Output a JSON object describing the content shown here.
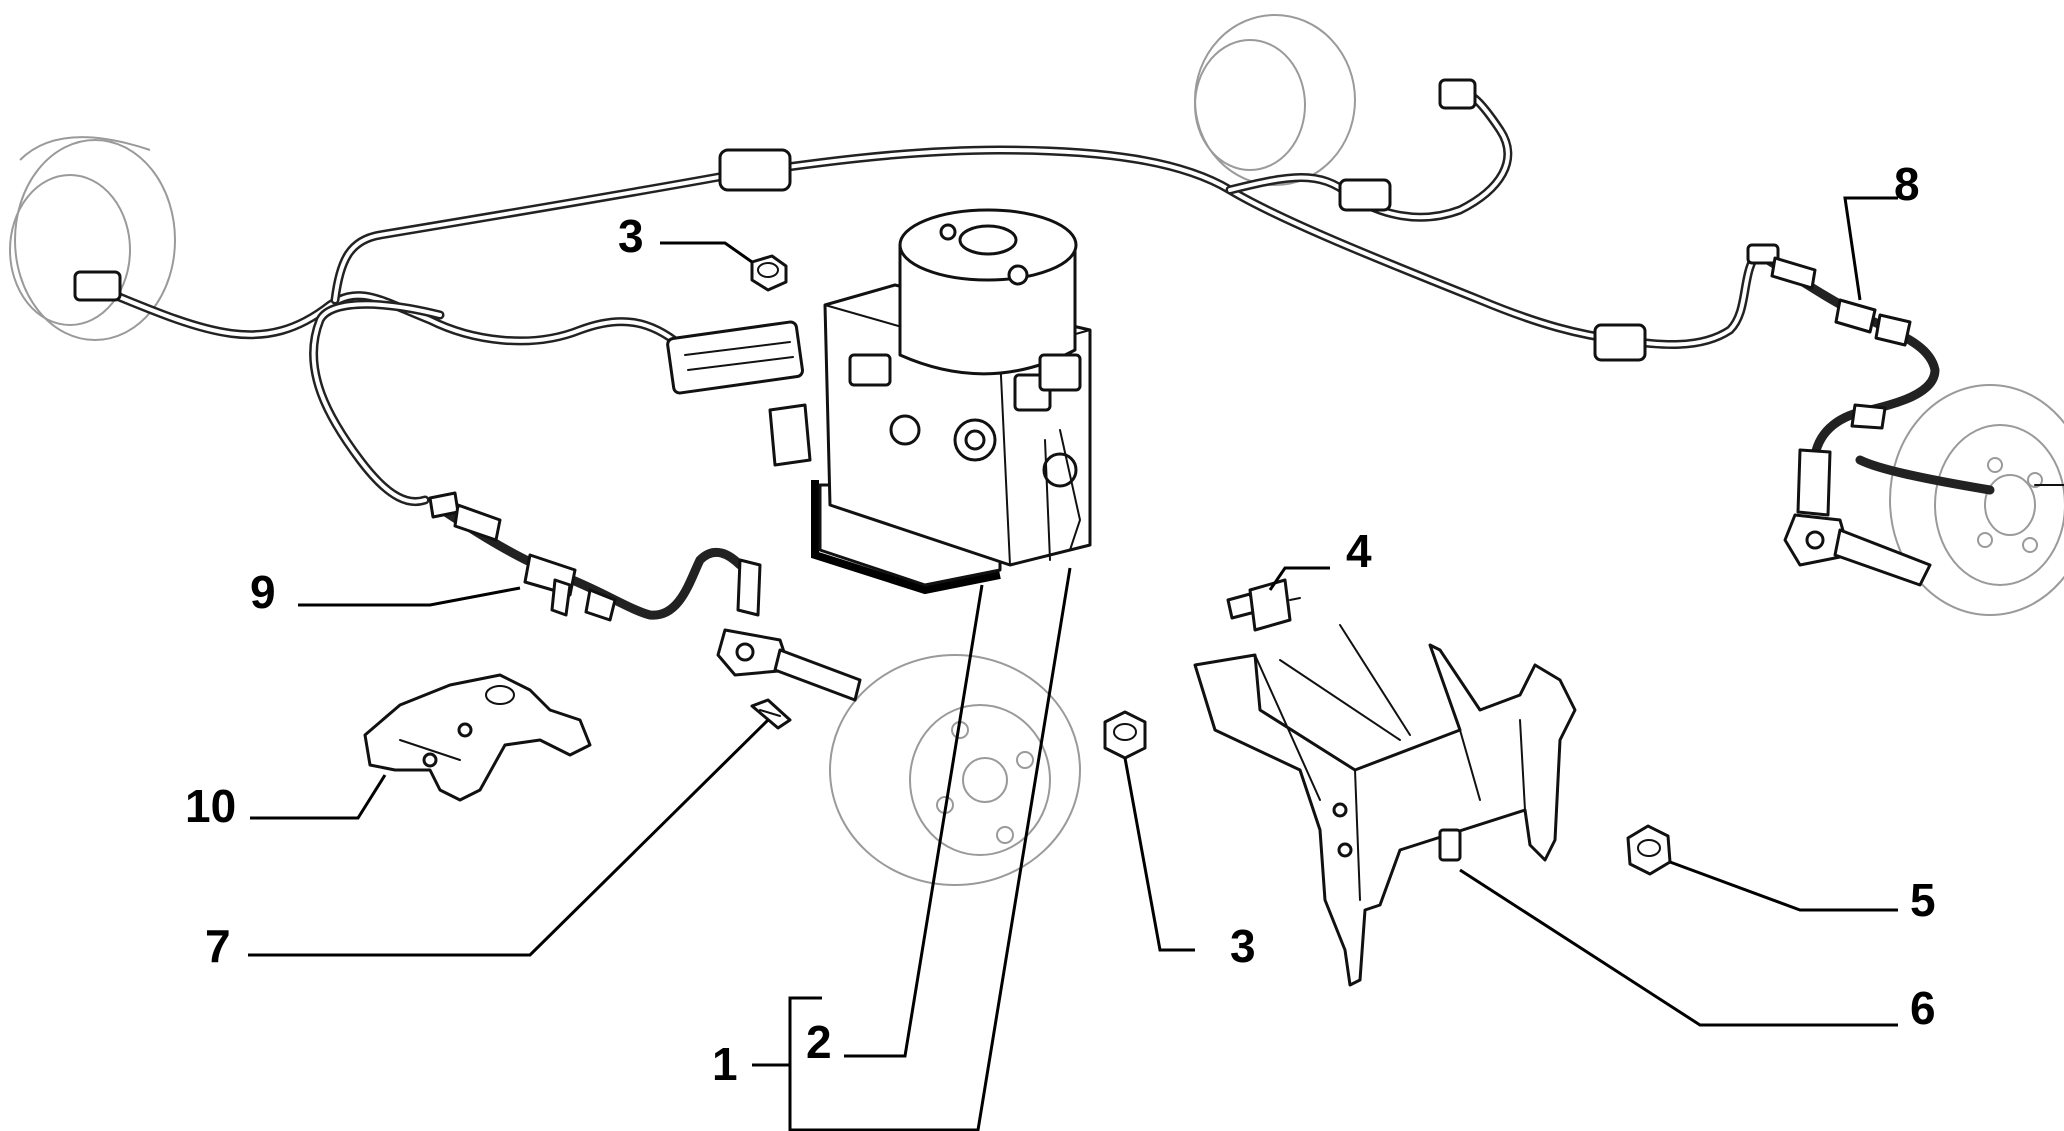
{
  "callouts": [
    {
      "id": "c1",
      "label": "1"
    },
    {
      "id": "c2",
      "label": "2"
    },
    {
      "id": "c3a",
      "label": "3"
    },
    {
      "id": "c3b",
      "label": "3"
    },
    {
      "id": "c4",
      "label": "4"
    },
    {
      "id": "c5",
      "label": "5"
    },
    {
      "id": "c6",
      "label": "6"
    },
    {
      "id": "c7",
      "label": "7"
    },
    {
      "id": "c8",
      "label": "8"
    },
    {
      "id": "c9",
      "label": "9"
    },
    {
      "id": "c10",
      "label": "10"
    }
  ],
  "colors": {
    "ink": "#000000",
    "ghost": "#9a9a9a",
    "background": "#ffffff"
  }
}
